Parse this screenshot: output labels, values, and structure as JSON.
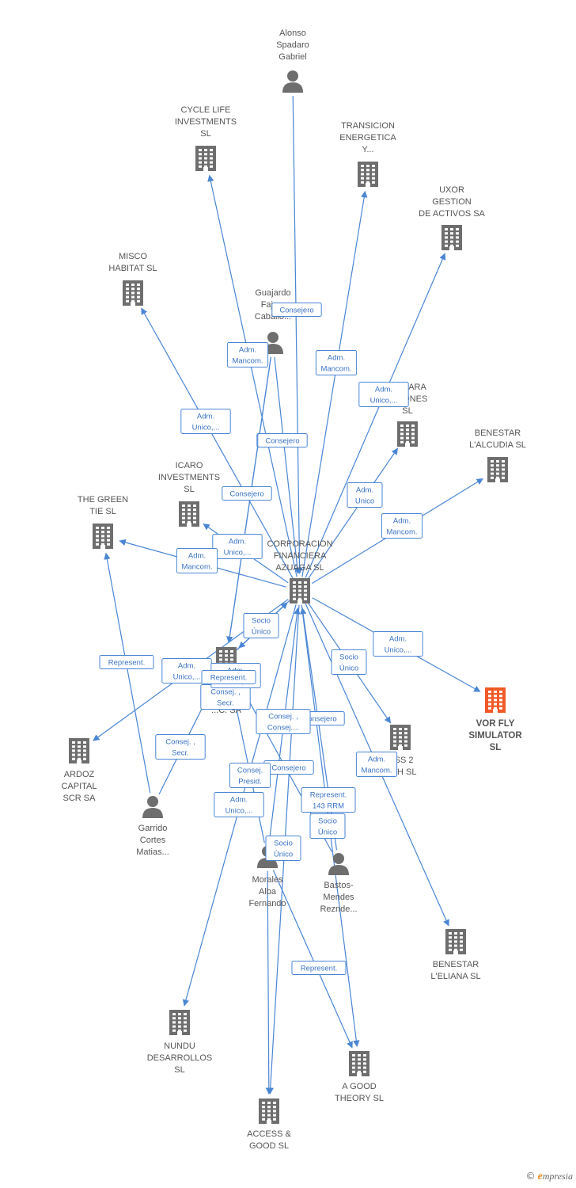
{
  "colors": {
    "edge": "#4a86d4",
    "node": "#6e6e6e",
    "focus": "#f05a28",
    "label": "#555555"
  },
  "brand": {
    "copyright": "©",
    "initial": "e",
    "rest": "mpresia"
  },
  "nodes": [
    {
      "id": "alonso",
      "type": "person",
      "icon": "person-icon",
      "lines": [
        "Alonso",
        "Spadaro",
        "Gabriel"
      ]
    },
    {
      "id": "cycle",
      "type": "company",
      "icon": "building-icon",
      "lines": [
        "CYCLE LIFE",
        "INVESTMENTS",
        "SL"
      ]
    },
    {
      "id": "transicion",
      "type": "company",
      "icon": "building-icon",
      "lines": [
        "TRANSICION",
        "ENERGETICA",
        "Y..."
      ]
    },
    {
      "id": "uxor",
      "type": "company",
      "icon": "building-icon",
      "lines": [
        "UXOR",
        "GESTION",
        "DE ACTIVOS SA"
      ]
    },
    {
      "id": "misco",
      "type": "company",
      "icon": "building-icon",
      "lines": [
        "MISCO",
        "HABITAT SL"
      ]
    },
    {
      "id": "guajardo",
      "type": "person",
      "icon": "person-icon",
      "lines": [
        "Guajardo",
        "Faja...",
        "Caballo..."
      ]
    },
    {
      "id": "niagara",
      "type": "company",
      "icon": "building-icon",
      "lines": [
        "...AGARA",
        "...SIONES",
        "SL"
      ]
    },
    {
      "id": "benestar_alcudia",
      "type": "company",
      "icon": "building-icon",
      "lines": [
        "BENESTAR",
        "L'ALCUDIA SL"
      ]
    },
    {
      "id": "icaro",
      "type": "company",
      "icon": "building-icon",
      "lines": [
        "ICARO",
        "INVESTMENTS",
        "SL"
      ]
    },
    {
      "id": "greentie",
      "type": "company",
      "icon": "building-icon",
      "lines": [
        "THE GREEN",
        "TIE SL"
      ]
    },
    {
      "id": "cfa",
      "type": "company",
      "icon": "building-icon",
      "lines": [
        "CORPORACION",
        "FINANCIERA",
        "AZUAGA SL"
      ]
    },
    {
      "id": "vorfly",
      "type": "focus",
      "icon": "building-icon",
      "lines": [
        "VOR FLY",
        "SIMULATOR",
        "SL"
      ]
    },
    {
      "id": "midco",
      "type": "company",
      "icon": "building-icon",
      "lines": [
        "...C. SA"
      ]
    },
    {
      "id": "cess2",
      "type": "company",
      "icon": "building-icon",
      "lines": [
        "...SS 2",
        "...PH SL"
      ]
    },
    {
      "id": "ardoz",
      "type": "company",
      "icon": "building-icon",
      "lines": [
        "ARDOZ",
        "CAPITAL",
        "SCR SA"
      ]
    },
    {
      "id": "garrido",
      "type": "person",
      "icon": "person-icon",
      "lines": [
        "Garrido",
        "Cortes",
        "Matias..."
      ]
    },
    {
      "id": "morales",
      "type": "person",
      "icon": "person-icon",
      "lines": [
        "Morales",
        "Alba",
        "Fernando"
      ]
    },
    {
      "id": "bastos",
      "type": "person",
      "icon": "person-icon",
      "lines": [
        "Bastos-",
        "Mendes",
        "Reznde..."
      ]
    },
    {
      "id": "benestar_eliana",
      "type": "company",
      "icon": "building-icon",
      "lines": [
        "BENESTAR",
        "L'ELIANA SL"
      ]
    },
    {
      "id": "nundu",
      "type": "company",
      "icon": "building-icon",
      "lines": [
        "NUNDU",
        "DESARROLLOS",
        "SL"
      ]
    },
    {
      "id": "agood",
      "type": "company",
      "icon": "building-icon",
      "lines": [
        "A GOOD",
        "THEORY SL"
      ]
    },
    {
      "id": "access",
      "type": "company",
      "icon": "building-icon",
      "lines": [
        "ACCESS &",
        "GOOD SL"
      ]
    }
  ],
  "edges": [
    {
      "from": "alonso",
      "to": "cfa",
      "label": [
        "Consejero"
      ]
    },
    {
      "from": "cfa",
      "to": "cycle",
      "label": [
        "Adm.",
        "Mancom."
      ]
    },
    {
      "from": "cfa",
      "to": "transicion",
      "label": [
        "Adm.",
        "Mancom."
      ]
    },
    {
      "from": "cfa",
      "to": "uxor",
      "label": [
        "Adm.",
        "Unico,..."
      ]
    },
    {
      "from": "cfa",
      "to": "misco",
      "label": [
        "Adm.",
        "Unico,..."
      ]
    },
    {
      "from": "guajardo",
      "to": "cfa",
      "label": [
        "Consejero"
      ]
    },
    {
      "from": "cfa",
      "to": "niagara",
      "label": [
        "Adm.",
        "Unico"
      ]
    },
    {
      "from": "cfa",
      "to": "benestar_alcudia",
      "label": [
        "Adm.",
        "Mancom."
      ]
    },
    {
      "from": "cfa",
      "to": "icaro",
      "label": [
        "Adm.",
        "Unico,..."
      ]
    },
    {
      "from": "cfa",
      "to": "greentie",
      "label": [
        "Adm.",
        "Mancom."
      ]
    },
    {
      "from": "cfa",
      "to": "vorfly",
      "label": [
        "Adm.",
        "Unico,..."
      ]
    },
    {
      "from": "cfa",
      "to": "ardoz",
      "label": [
        "Adm.",
        "Unico,..."
      ]
    },
    {
      "from": "cfa",
      "to": "cess2",
      "label": [
        "Socio",
        "Único"
      ]
    },
    {
      "from": "cfa",
      "to": "benestar_eliana",
      "label": [
        "Adm.",
        "Mancom."
      ]
    },
    {
      "from": "midco",
      "to": "cfa",
      "label": [
        "Socio",
        "Único"
      ]
    },
    {
      "from": "guajardo",
      "to": "midco",
      "label": [
        "Consejero"
      ]
    },
    {
      "from": "garrido",
      "to": "greentie",
      "label": [
        "Represent."
      ]
    },
    {
      "from": "garrido",
      "to": "midco",
      "label": [
        "Consej. ,",
        "Secr."
      ]
    },
    {
      "from": "morales",
      "to": "cfa",
      "label": [
        "Consejero"
      ]
    },
    {
      "from": "morales",
      "to": "midco",
      "label": [
        "Consej.",
        "Presid."
      ]
    },
    {
      "from": "morales",
      "to": "access",
      "label": [
        "Adm.",
        "Unico,..."
      ]
    },
    {
      "from": "morales",
      "to": "agood",
      "label": [
        "Represent."
      ]
    },
    {
      "from": "bastos",
      "to": "cfa",
      "label": [
        "Consejero"
      ]
    },
    {
      "from": "bastos",
      "to": "midco",
      "label": [
        "Consej. ,",
        "Secr."
      ]
    },
    {
      "from": "cfa",
      "to": "nundu",
      "label": [
        "Adm.",
        "Unico,..."
      ]
    },
    {
      "from": "cfa",
      "to": "agood",
      "label": [
        "Socio",
        "Único"
      ]
    },
    {
      "from": "cfa",
      "to": "access",
      "label": [
        "Socio",
        "Único"
      ]
    },
    {
      "from": "midco",
      "to": "cfa",
      "label": [
        "Represent.",
        "143 RRM"
      ]
    },
    {
      "from": "midco",
      "to": "cfa",
      "label": [
        "Represent."
      ]
    },
    {
      "from": "guajardo",
      "to": "midco",
      "label": [
        "Consejero"
      ]
    },
    {
      "from": "cfa",
      "to": "midco",
      "label": [
        "Consej. ,",
        "Consej...."
      ]
    }
  ]
}
